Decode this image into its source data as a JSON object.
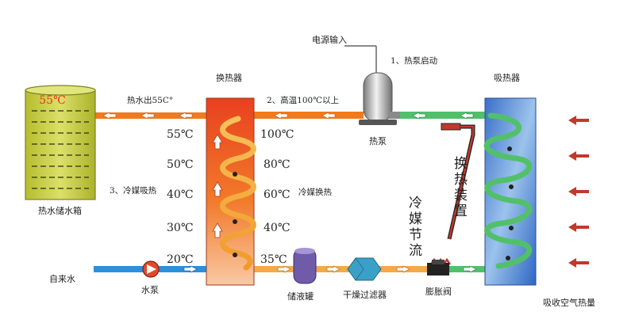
{
  "labels": {
    "power_input": "电源输入",
    "step1": "1、热泵启动",
    "heat_pump": "热泵",
    "heat_exchanger": "换热器",
    "absorber": "吸热器",
    "step2": "2、高温100℃以上",
    "hot_water_out": "热水出55C°",
    "step3": "3、冷媒吸热",
    "tank": "热水储水箱",
    "tank_temp": "55℃",
    "tap_water": "自来水",
    "water_pump": "水泵",
    "receiver": "储液罐",
    "filter": "干燥过滤器",
    "expansion_valve": "膨胀阀",
    "absorb_air_heat": "吸收空气热量",
    "refrigerant_exchange": "冷媒换热",
    "heat_exchange_device": [
      "换",
      "热",
      "装",
      "置"
    ],
    "refrigerant_throttle": [
      "冷",
      "媒",
      "节",
      "流"
    ]
  },
  "left_temps": [
    "55℃",
    "50℃",
    "40℃",
    "30℃",
    "20℃"
  ],
  "right_temps": [
    "100℃",
    "80℃",
    "60℃",
    "40℃",
    "35℃"
  ],
  "colors": {
    "hot_pipe": "#f07a1e",
    "cold_pipe": "#2f8fd8",
    "green_pipe": "#52c06a",
    "tank_fill": "#c8cf4a",
    "arrow_red": "#c0392b",
    "receiver": "#6f5ba8",
    "filter": "#3aa0c8"
  }
}
